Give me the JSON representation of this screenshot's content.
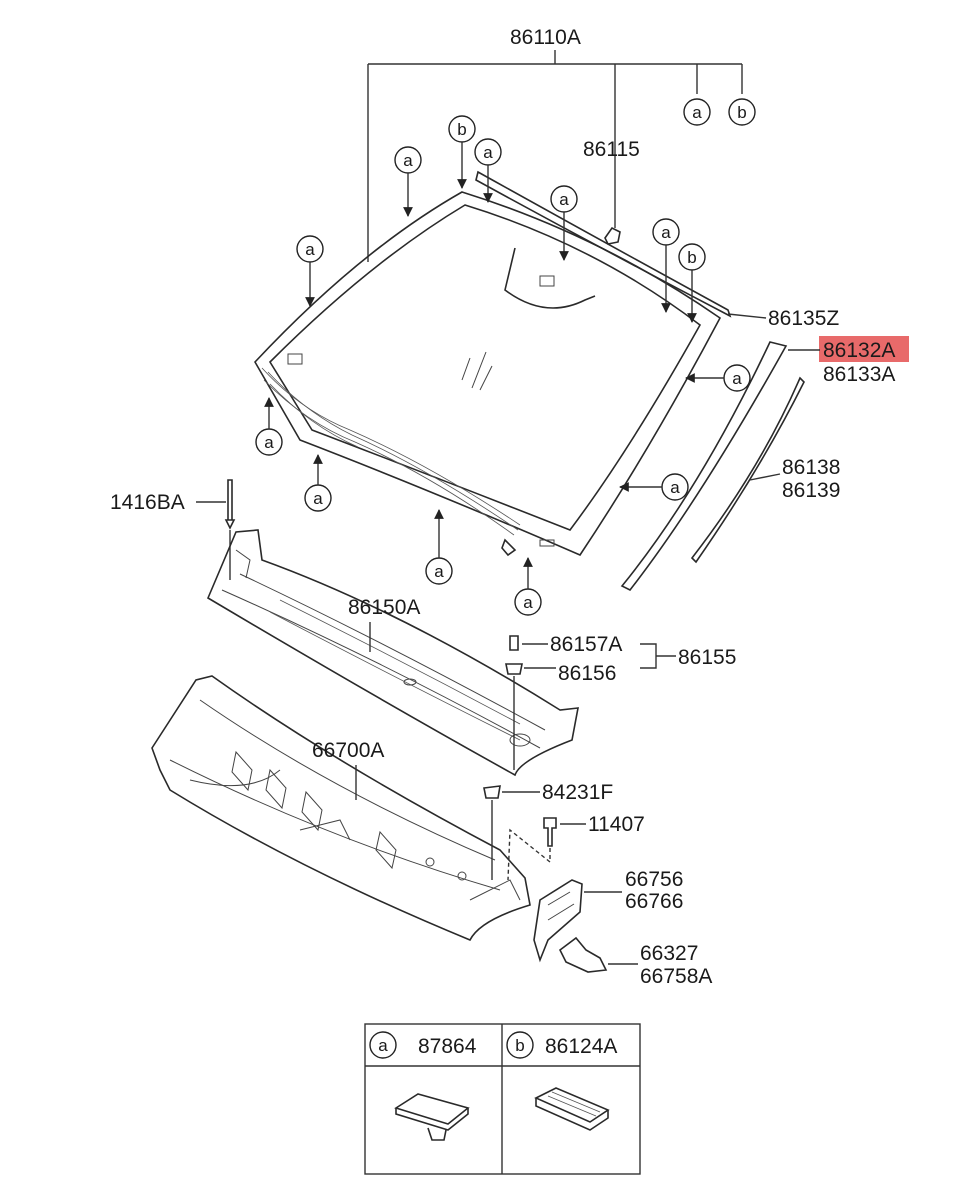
{
  "labels": {
    "p86110A": "86110A",
    "p86115": "86115",
    "p86135Z": "86135Z",
    "p86132A": "86132A",
    "p86133A": "86133A",
    "p86138": "86138",
    "p86139": "86139",
    "p1416BA": "1416BA",
    "p86150A": "86150A",
    "p86157A": "86157A",
    "p86156": "86156",
    "p86155": "86155",
    "p66700A": "66700A",
    "p84231F": "84231F",
    "p11407": "11407",
    "p66756": "66756",
    "p66766": "66766",
    "p66327": "66327",
    "p66758A": "66758A"
  },
  "callout": {
    "a": "a",
    "b": "b"
  },
  "legend": {
    "a_part": "87864",
    "b_part": "86124A"
  },
  "highlight_color": "#e86a6a"
}
